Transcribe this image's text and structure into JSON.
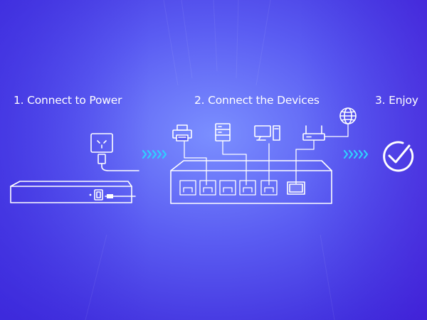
{
  "steps": [
    {
      "label": "1. Connect to Power"
    },
    {
      "label": "2. Connect the Devices"
    },
    {
      "label": "3. Enjoy"
    }
  ],
  "icons": {
    "power": "power-outlet-icon",
    "printer": "printer-icon",
    "server": "server-icon",
    "computer": "desktop-computer-icon",
    "router": "router-icon",
    "internet": "globe-icon",
    "enjoy": "check-circle-icon",
    "arrows": "chevron-arrows-icon"
  },
  "colors": {
    "background_dark": "#3a2fe0",
    "background_light": "#7d8cff",
    "line": "#ffffff",
    "arrow_accent": "#2fd0ff"
  }
}
